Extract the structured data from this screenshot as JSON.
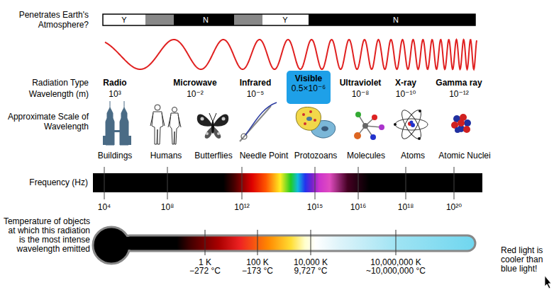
{
  "diagram": {
    "nodes": [
      {
        "text": [
          "Visible",
          "0.5×10⁻⁶"
        ]
      }
    ],
    "labels": [
      "Penetrates Earth's Atmosphere?",
      "Y",
      "N",
      "Y",
      "N",
      "Radiation Type",
      "Wavelength (m)",
      "Radio",
      "10³",
      "Microwave",
      "10⁻²",
      "Infrared",
      "10⁻⁵",
      "Ultraviolet",
      "10⁻⁸",
      "X-ray",
      "10⁻¹⁰",
      "Gamma ray",
      "10⁻¹²",
      "Approximate Scale of Wavelength",
      "Buildings",
      "Humans",
      "Butterflies",
      "Needle Point",
      "Protozoans",
      "Molecules",
      "Atoms",
      "Atomic Nuclei",
      "Frequency (Hz)",
      "10⁴",
      "10⁸",
      "10¹²",
      "10¹⁵",
      "10¹⁶",
      "10¹⁸",
      "10²⁰",
      "Temperature of objects at which this radiation is the most intense wavelength emitted",
      "1 K",
      "−272 °C",
      "100 K",
      "−173 °C",
      "10,000 K",
      "9,727 °C",
      "10,000,000 K",
      "~10,000,000 °C",
      "Red light is cooler than blue light!"
    ]
  }
}
